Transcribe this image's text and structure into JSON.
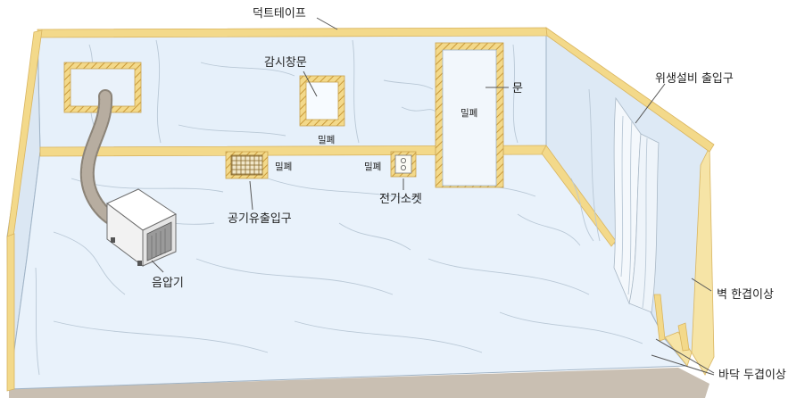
{
  "labels": {
    "duct_tape": "덕트테이프",
    "inspection_window": "감시창문",
    "door": "문",
    "sanitary_inlet": "위생설비 출입구",
    "sealed_door": "밀폐",
    "sealed_window": "밀폐",
    "sealed_vent": "밀폐",
    "sealed_outlet": "밀폐",
    "air_vent": "공기유출입구",
    "outlet": "전기소켓",
    "negative_pressure_unit": "음압기",
    "wall_layer": "벽 한겹이상",
    "floor_layer": "바닥 두겹이상"
  },
  "colors": {
    "sheet": "#e6f0fa",
    "sheet_edge": "#9fb3c6",
    "tape": "#f3d98a",
    "tape_edge": "#d9b560",
    "floor": "#c9bfb2",
    "machine": "#f2f2f2"
  }
}
